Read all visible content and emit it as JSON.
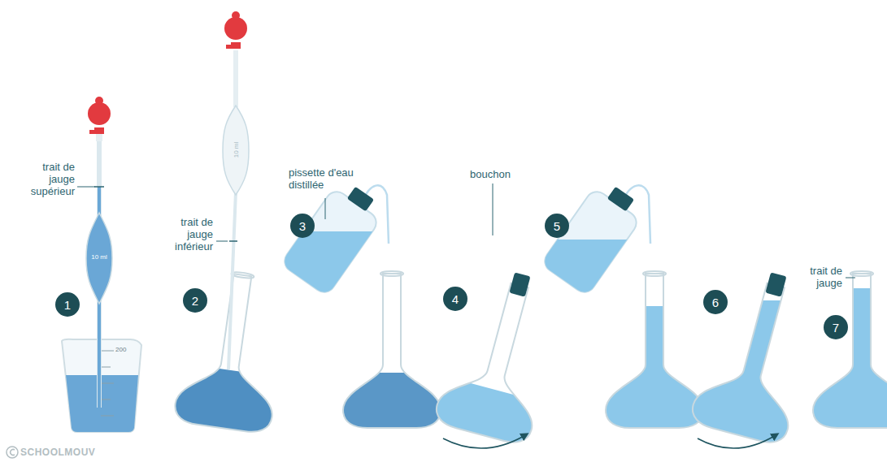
{
  "diagram": {
    "nodes": [
      {
        "text": [
          "1"
        ]
      },
      {
        "text": [
          "2"
        ]
      },
      {
        "text": [
          "3"
        ]
      },
      {
        "text": [
          "4"
        ]
      },
      {
        "text": [
          "5"
        ]
      },
      {
        "text": [
          "6"
        ]
      },
      {
        "text": [
          "7"
        ]
      }
    ],
    "edges": [],
    "labels": [
      "trait de jauge supérieur",
      "10 ml",
      "200",
      "trait de jauge inférieur",
      "10 ml",
      "pissette d'eau distillée",
      "bouchon",
      "trait de jauge",
      "SCHOOLMOUV"
    ]
  }
}
